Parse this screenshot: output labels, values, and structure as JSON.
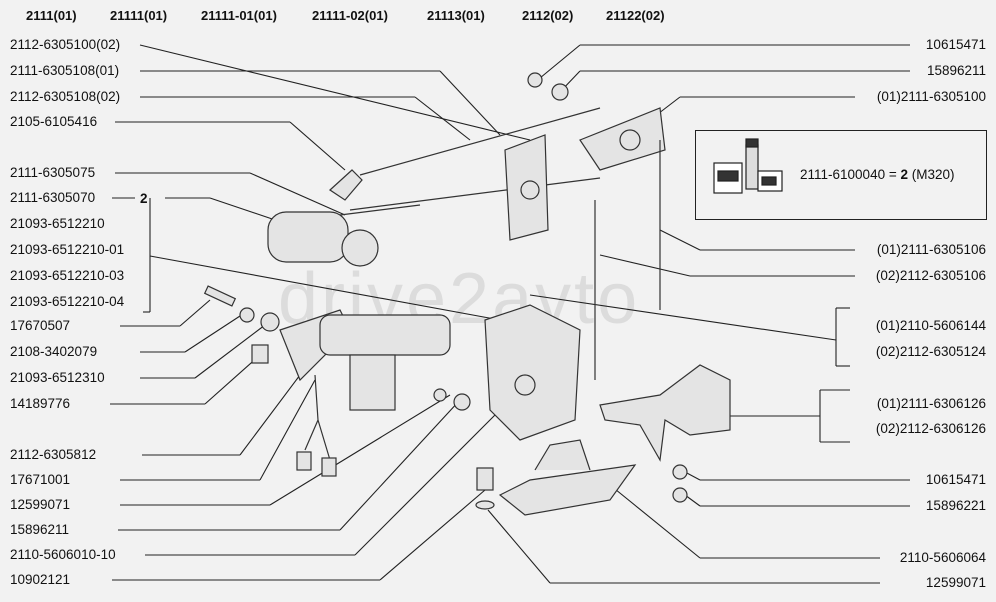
{
  "header_codes": [
    "2111(01)",
    "21111(01)",
    "21111-01(01)",
    "21111-02(01)",
    "21113(01)",
    "2112(02)",
    "21122(02)"
  ],
  "left_labels": [
    "2112-6305100(02)",
    "2111-6305108(01)",
    "2112-6305108(02)",
    "2105-6105416",
    "2111-6305075",
    "2111-6305070",
    "21093-6512210",
    "21093-6512210-01",
    "21093-6512210-03",
    "21093-6512210-04",
    "17670507",
    "2108-3402079",
    "21093-6512310",
    "14189776",
    "2112-6305812",
    "17671001",
    "12599071",
    "15896211",
    "2110-5606010-10",
    "10902121"
  ],
  "right_labels": [
    "10615471",
    "15896211",
    "(01)2111-6305100",
    "(01)2111-6305106",
    "(02)2112-6305106",
    "(01)2110-5606144",
    "(02)2112-6305124",
    "(01)2111-6306126",
    "(02)2112-6306126",
    "10615471",
    "15896221",
    "2110-5606064",
    "12599071"
  ],
  "qty_marker": "2",
  "kit_box": {
    "code": "2111-6100040",
    "equals": "=",
    "qty": "2",
    "note": "(M320)"
  },
  "watermark": "drive2avto"
}
